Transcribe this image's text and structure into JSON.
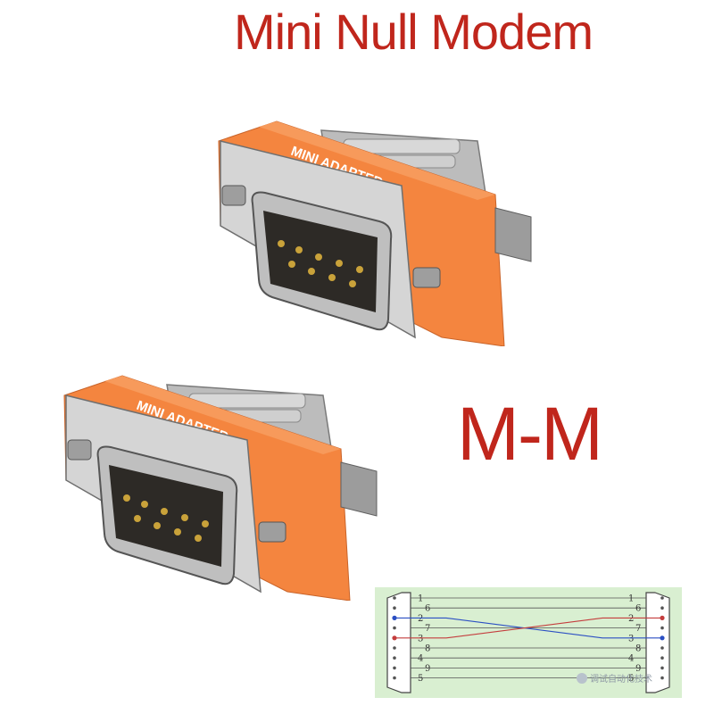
{
  "title": "Mini Null Modem",
  "gender_label": "M-M",
  "adapter_label": "MINI ADAPTER",
  "colors": {
    "title": "#c0261c",
    "adapter_orange": "#f4853f",
    "metal": "#c8c8c8",
    "diagram_bg": "#d9efd1",
    "wire_red": "#c43d3d",
    "wire_blue": "#2b4fc3"
  },
  "wiring": {
    "left_pins": [
      "1",
      "6",
      "2",
      "7",
      "3",
      "8",
      "4",
      "9",
      "5"
    ],
    "right_pins": [
      "1",
      "6",
      "2",
      "7",
      "3",
      "8",
      "4",
      "9",
      "5"
    ],
    "crossed": [
      {
        "from": "2",
        "to": "3",
        "color": "blue"
      },
      {
        "from": "3",
        "to": "2",
        "color": "red"
      }
    ]
  },
  "watermark": "调试自动化技术"
}
